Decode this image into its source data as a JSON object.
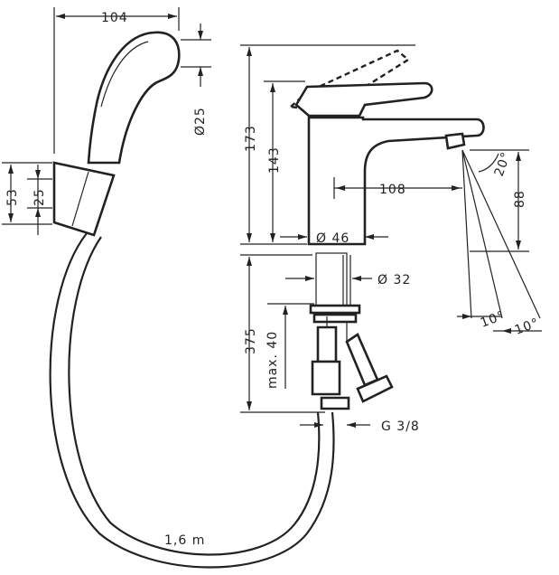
{
  "figure": {
    "background": "#ffffff",
    "line_color": "#222222"
  },
  "dimensions": {
    "hand_shower_width": "104",
    "hand_shower_diameter": "Ø25",
    "holder_height": "53",
    "holder_inner": "25",
    "mixer_height_total": "173",
    "mixer_height_body": "143",
    "spout_projection": "108",
    "spout_height": "88",
    "spray_angle": "20°",
    "base_diameter": "Ø 46",
    "shank_diameter": "Ø 32",
    "below_deck_length": "375",
    "max_deck_thickness": "max. 40",
    "connection_thread": "G 3/8",
    "angle_left": "10°",
    "angle_right": "10°",
    "hose_length": "1,6  m"
  }
}
